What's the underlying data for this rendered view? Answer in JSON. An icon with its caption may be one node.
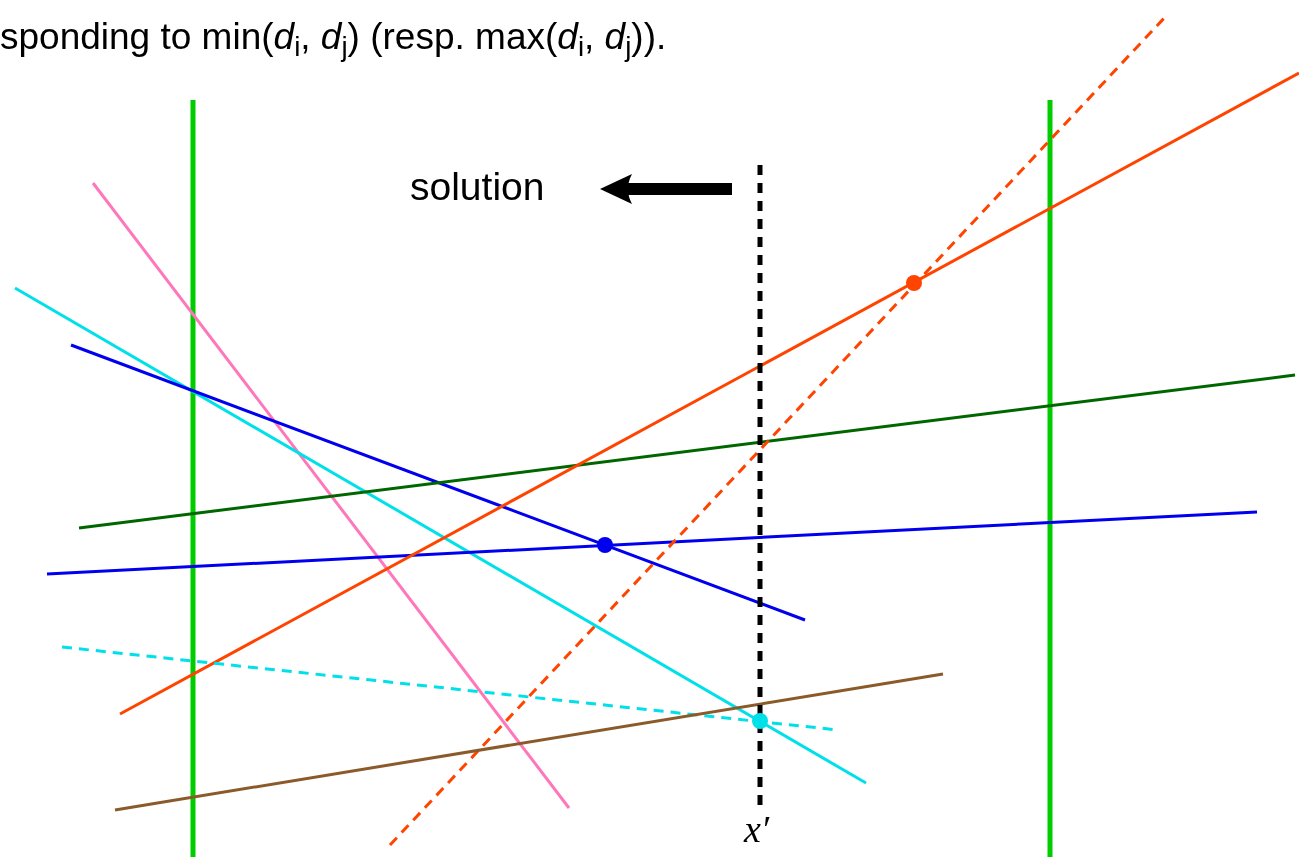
{
  "diagram": {
    "labels": [
      "sponding to min(*d*$_{i}$, *d*$_{j}$) (resp. max(*d*$_{i}$, *d*$_{j}$)).",
      "solution",
      "x′"
    ]
  }
}
